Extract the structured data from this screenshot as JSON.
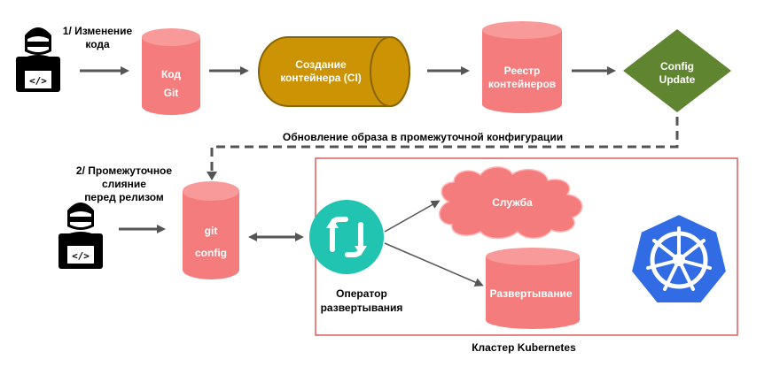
{
  "colors": {
    "cylinder": "#f47c7c",
    "cylinder_top": "#f99a9a",
    "ci_body": "#cc9304",
    "ci_border": "#8a6400",
    "config_diamond": "#608530",
    "operator": "#21c4b0",
    "cluster_border": "#e15a5a",
    "kubernetes": "#326ce5",
    "arrow": "#555555",
    "person": "#000000"
  },
  "icons": {
    "developer_top": "developer-icon",
    "developer_bottom": "developer-icon",
    "operator": "sync-arrows-icon",
    "kubernetes": "kubernetes-helm-wheel-icon"
  },
  "step1": {
    "line1": "1/ Изменение",
    "line2": "кода"
  },
  "code_repo": {
    "line1": "Код",
    "line2": "Git"
  },
  "ci": {
    "line1": "Создание",
    "line2": "контейнера (CI)"
  },
  "registry": {
    "line1": "Реестр",
    "line2": "контейнеров"
  },
  "config_update": {
    "line1": "Config",
    "line2": "Update"
  },
  "staging_update_label": "Обновление образа в промежуточной конфигурации",
  "step2": {
    "line1": "2/ Промежуточное",
    "line2": "слияние",
    "line3": "перед релизом"
  },
  "config_repo": {
    "line1": "git",
    "line2": "config"
  },
  "operator": {
    "line1": "Оператор",
    "line2": "развертывания"
  },
  "service_label": "Служба",
  "deployment_label": "Развертывание",
  "cluster_label": "Кластер Kubernetes"
}
